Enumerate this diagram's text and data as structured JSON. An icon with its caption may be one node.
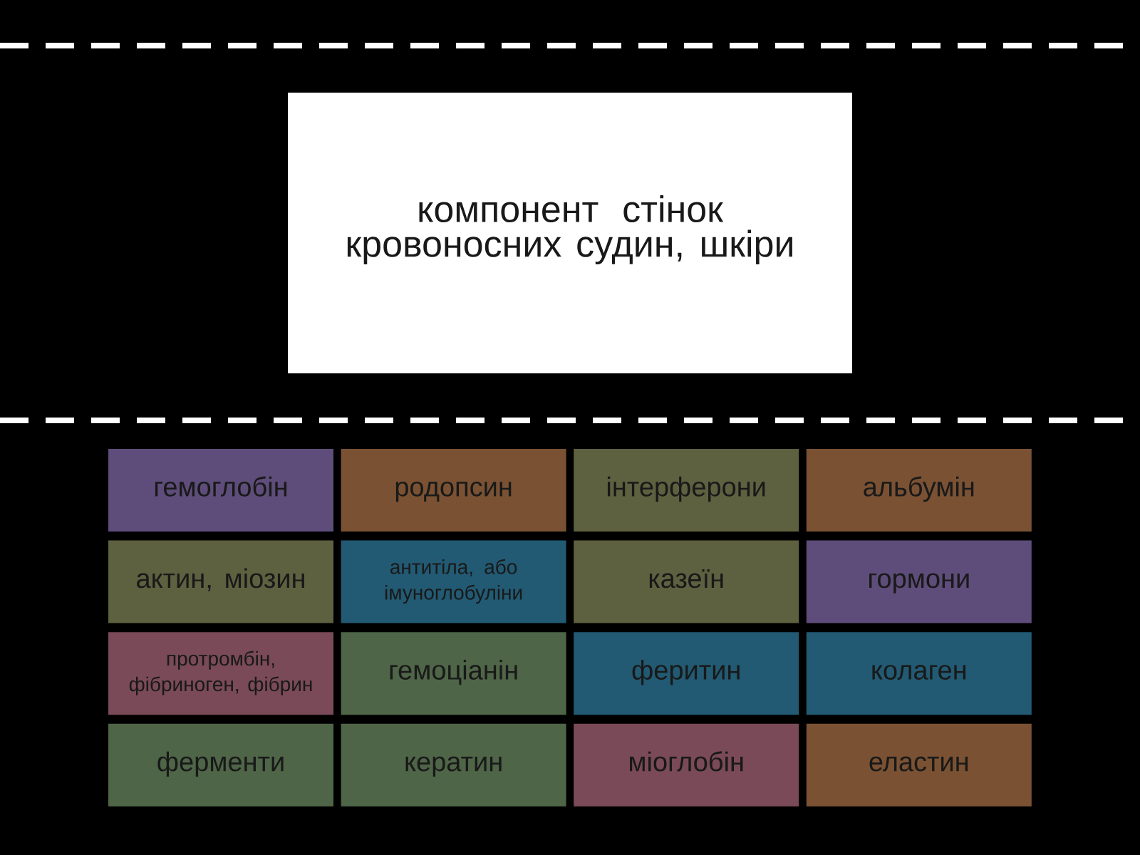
{
  "diagram": {
    "nodes": [
      {
        "text": [
          "компонент стінок кровоносних судин, шкіри"
        ]
      },
      {
        "text": [
          "гемоглобін"
        ]
      },
      {
        "text": [
          "родопсин"
        ]
      },
      {
        "text": [
          "інтерферони"
        ]
      },
      {
        "text": [
          "альбумін"
        ]
      },
      {
        "text": [
          "актин, міозин"
        ]
      },
      {
        "text": [
          "антитіла, або імуноглобуліни"
        ]
      },
      {
        "text": [
          "казеїн"
        ]
      },
      {
        "text": [
          "гормони"
        ]
      },
      {
        "text": [
          "протромбін, фібриноген, фібрин"
        ]
      },
      {
        "text": [
          "гемоціанін"
        ]
      },
      {
        "text": [
          "феритин"
        ]
      },
      {
        "text": [
          "колаген"
        ]
      },
      {
        "text": [
          "ферменти"
        ]
      },
      {
        "text": [
          "кератин"
        ]
      },
      {
        "text": [
          "міоглобін"
        ]
      },
      {
        "text": [
          "еластин"
        ]
      }
    ]
  }
}
